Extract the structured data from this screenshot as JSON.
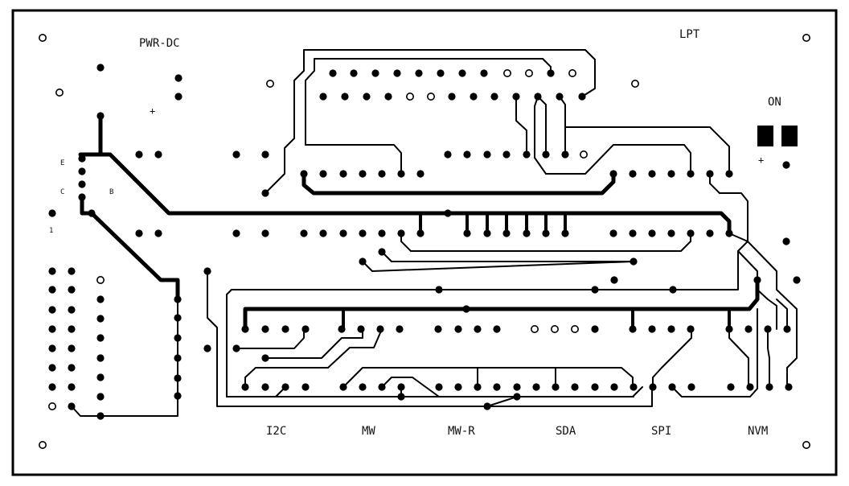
{
  "title": "PWR-DC",
  "labels": {
    "lpt": "LPT",
    "on": "ON",
    "plus_pwr": "+",
    "plus_on": "+",
    "pin_e": "E",
    "pin_c": "C",
    "pin_b": "B",
    "pin_1": "1",
    "connectors": [
      "I2C",
      "MW",
      "MW-R",
      "SDA",
      "SPI",
      "NVM"
    ]
  },
  "colors": {
    "ink": "#000000",
    "paper": "#ffffff"
  }
}
